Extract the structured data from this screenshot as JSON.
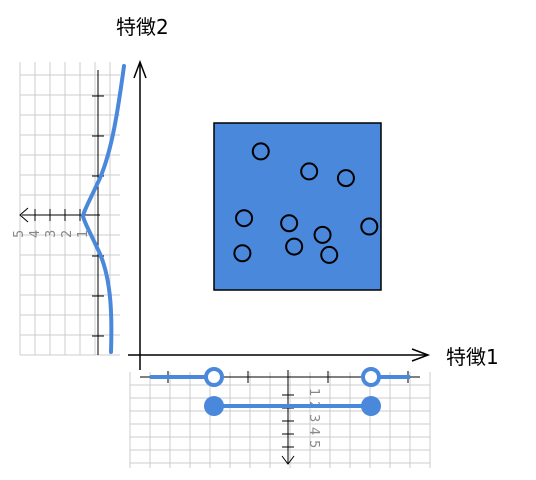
{
  "axes": {
    "x_label": "特徴1",
    "y_label": "特徴2"
  },
  "colors": {
    "box_fill": "#4A88DB",
    "box_stroke": "#000000",
    "curve": "#4A88DB",
    "grid": "#cccccc",
    "tick_label": "#888888"
  },
  "box": {
    "points": [
      {
        "x": 0.28,
        "y": 0.83
      },
      {
        "x": 0.57,
        "y": 0.71
      },
      {
        "x": 0.79,
        "y": 0.67
      },
      {
        "x": 0.18,
        "y": 0.43
      },
      {
        "x": 0.45,
        "y": 0.4
      },
      {
        "x": 0.65,
        "y": 0.33
      },
      {
        "x": 0.93,
        "y": 0.38
      },
      {
        "x": 0.17,
        "y": 0.22
      },
      {
        "x": 0.48,
        "y": 0.26
      },
      {
        "x": 0.69,
        "y": 0.21
      }
    ]
  },
  "left_scale": {
    "labels": [
      "5",
      "4",
      "3",
      "2",
      "1"
    ]
  },
  "bottom_scale": {
    "labels": [
      "1",
      "2",
      "3",
      "4",
      "5"
    ]
  },
  "interval": {
    "open_endpoints": "open",
    "closed_endpoints": "closed"
  }
}
